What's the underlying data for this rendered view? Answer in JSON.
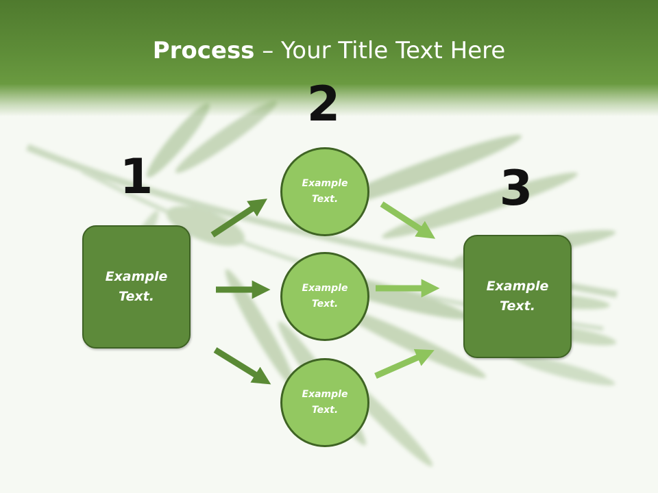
{
  "slide": {
    "title_bold": "Process",
    "title_rest": " – Your Title Text Here",
    "step_numbers": [
      "1",
      "2",
      "3"
    ],
    "left_box": {
      "text": "Example Text."
    },
    "right_box": {
      "text": "Example Text."
    },
    "circles": [
      {
        "text": "Example Text."
      },
      {
        "text": "Example Text."
      },
      {
        "text": "Example Text."
      }
    ]
  },
  "colors": {
    "header_green": "#5e8d38",
    "box_fill": "#5d8a3a",
    "circle_fill": "#93c861",
    "arrow_dark": "#5a8a35",
    "arrow_light": "#8ec45c"
  },
  "background_image": "rosemary-sprig"
}
